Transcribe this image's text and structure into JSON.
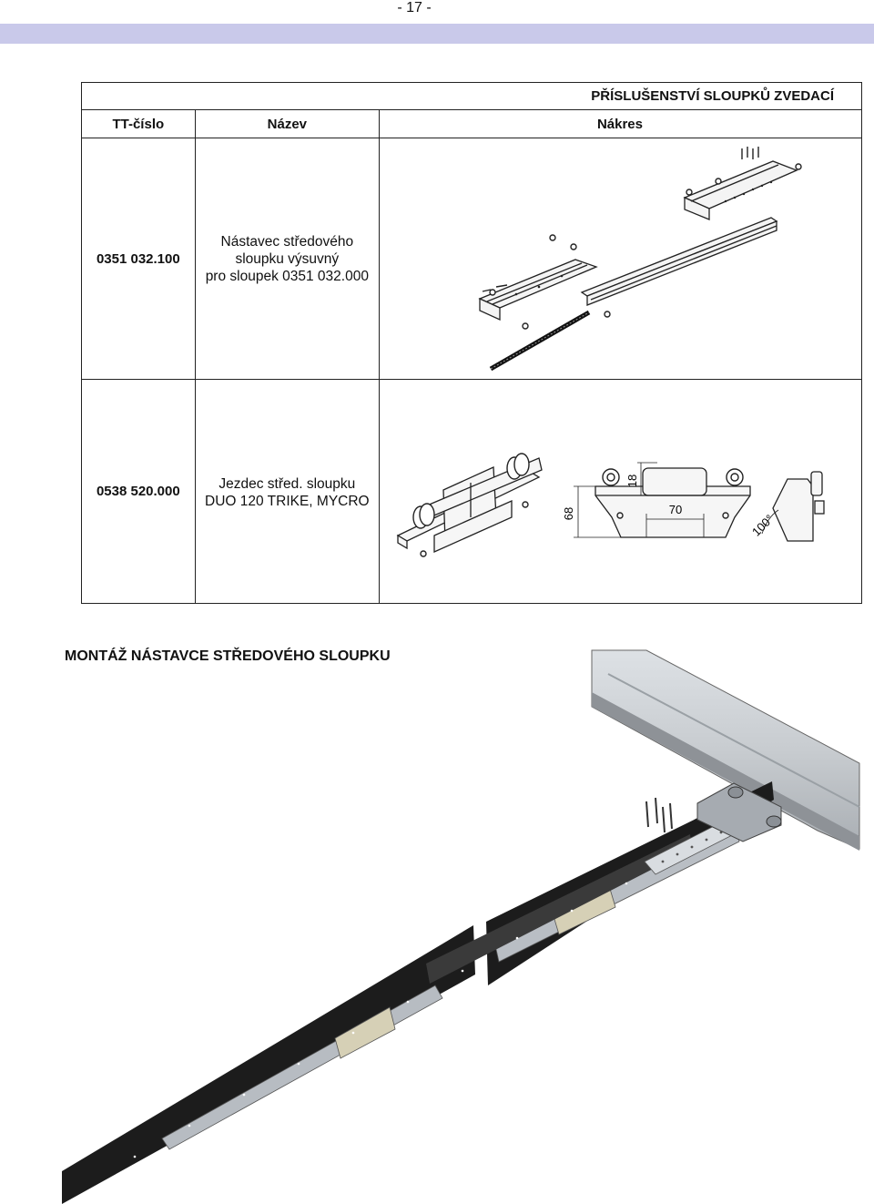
{
  "page_number": "- 17 -",
  "table": {
    "title": "PŘÍSLUŠENSTVÍ SLOUPKŮ ZVEDACÍ",
    "headers": {
      "number": "TT-číslo",
      "name": "Název",
      "drawing": "Nákres"
    },
    "rows": [
      {
        "number": "0351 032.100",
        "name_lines": [
          "Nástavec středového",
          "sloupku výsuvný",
          "pro sloupek 0351 032.000"
        ]
      },
      {
        "number": "0538 520.000",
        "name_lines": [
          "Jezdec střed. sloupku",
          "DUO 120 TRIKE, MYCRO"
        ],
        "dimensions": {
          "height": "68",
          "top": "18",
          "width": "70",
          "angle": "100°"
        }
      }
    ]
  },
  "section_title": "MONTÁŽ NÁSTAVCE STŘEDOVÉHO SLOUPKU",
  "colors": {
    "band": "#c9c9ea",
    "rail_dark": "#1c1c1c",
    "rail_light": "#c8ccd0"
  }
}
